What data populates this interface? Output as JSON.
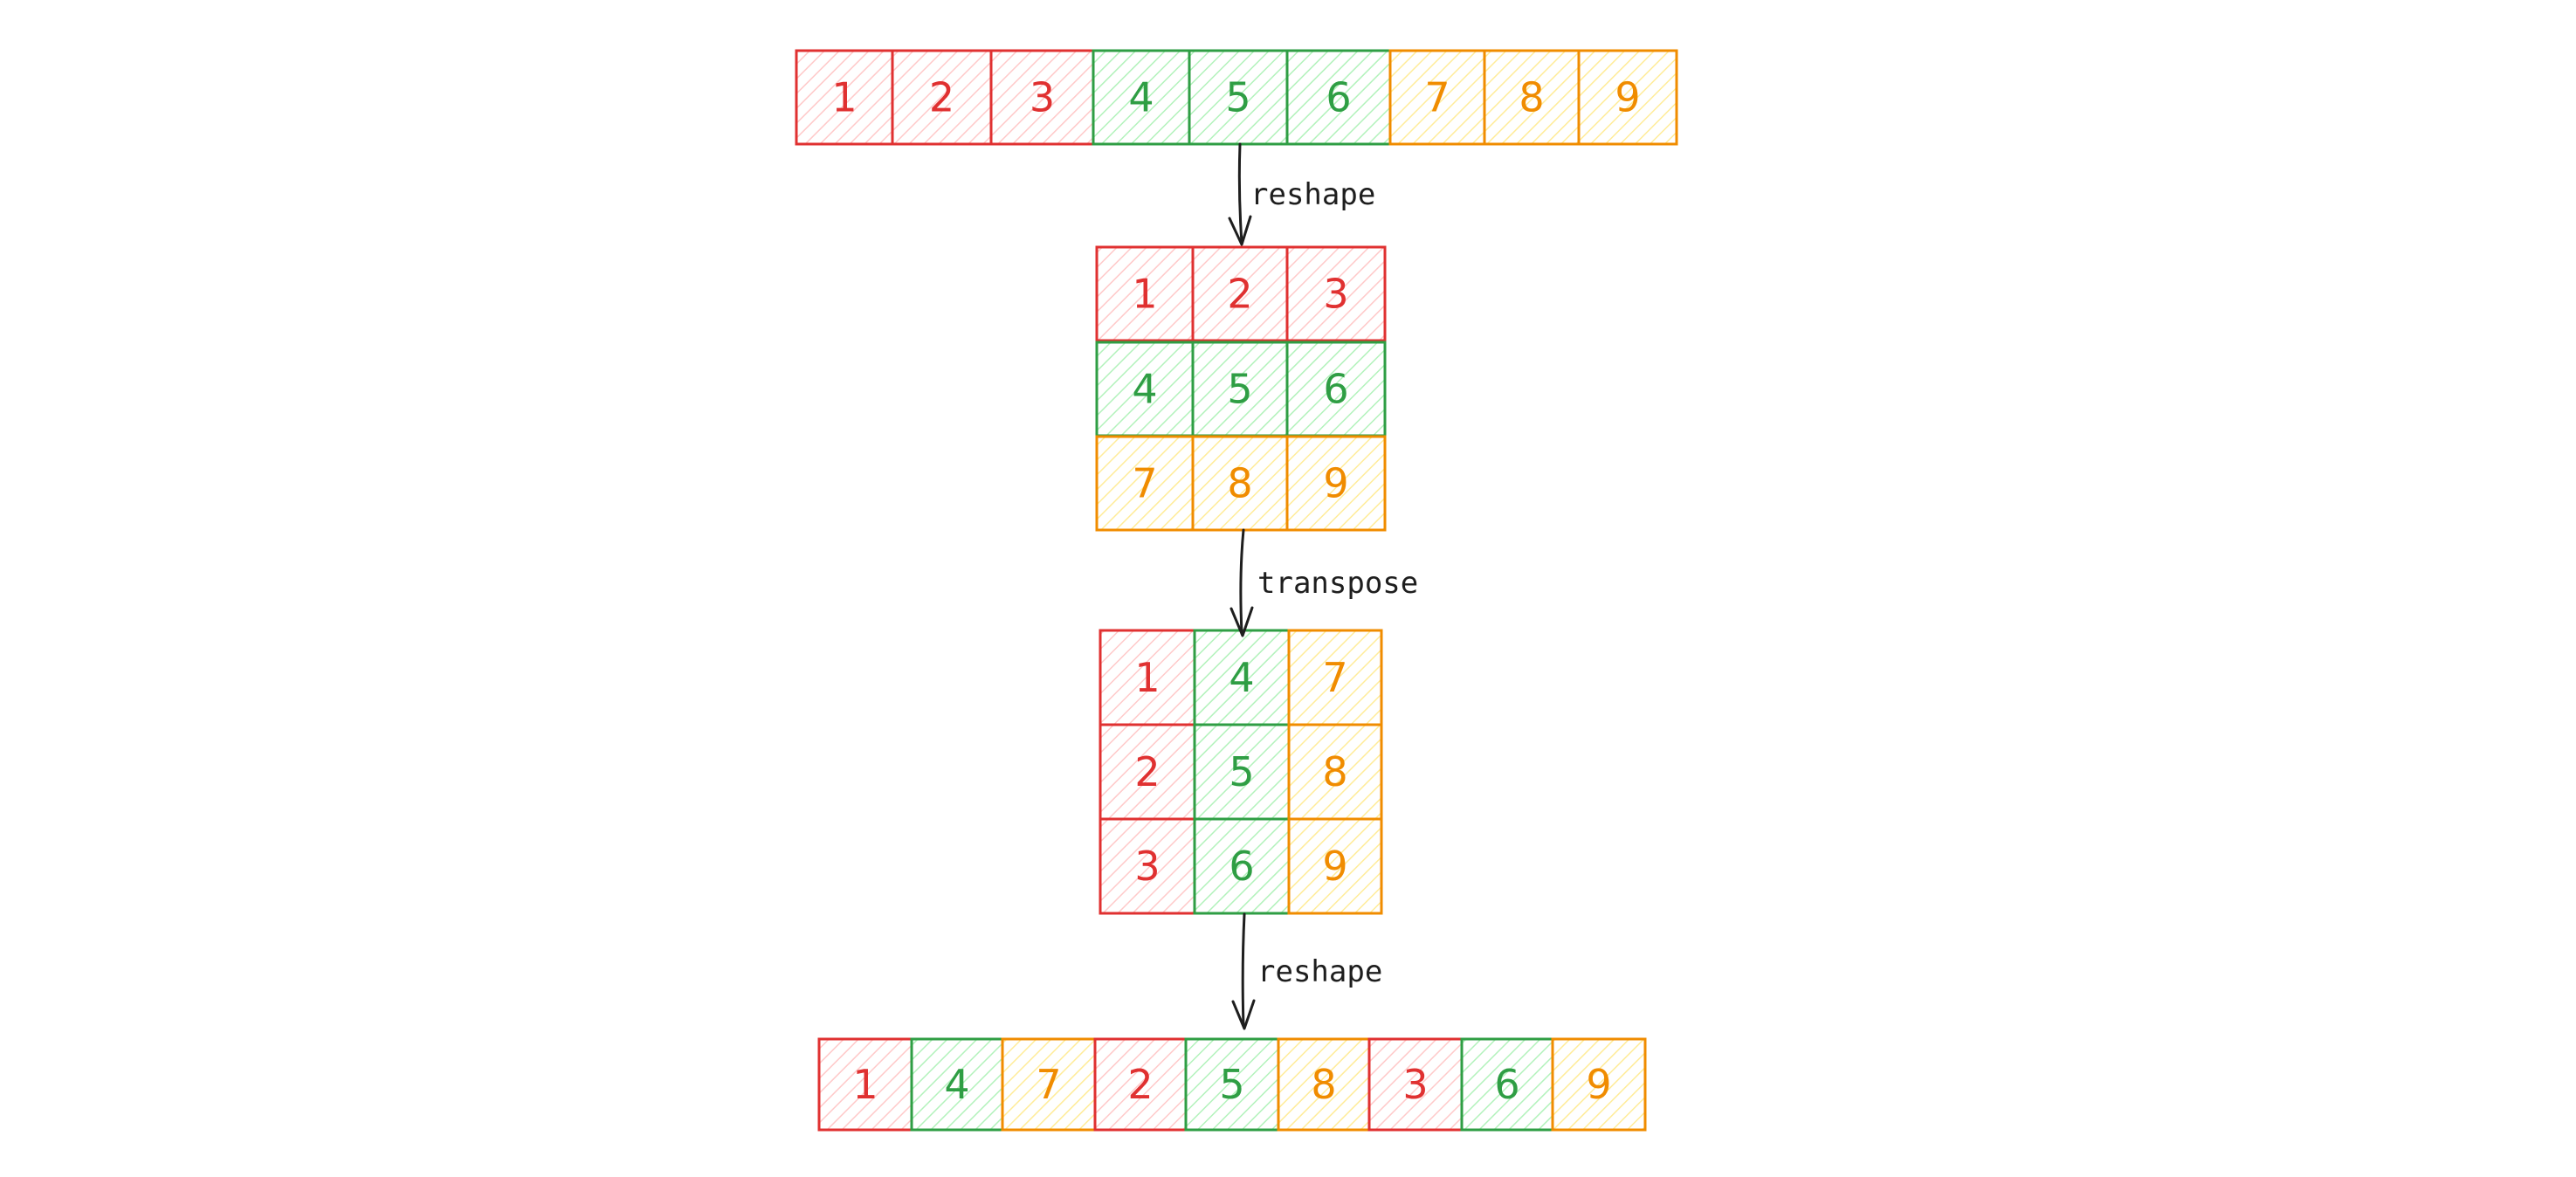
{
  "colors": {
    "red": {
      "stroke": "#e03131",
      "fill": "#ffc9c9",
      "text": "#e03131"
    },
    "green": {
      "stroke": "#2f9e44",
      "fill": "#b2f2bb",
      "text": "#2f9e44"
    },
    "orange": {
      "stroke": "#f08c00",
      "fill": "#ffec99",
      "text": "#f08c00"
    },
    "arrow": "#1e1e1e"
  },
  "arrays": {
    "input_flat": [
      {
        "value": "1",
        "color": "red"
      },
      {
        "value": "2",
        "color": "red"
      },
      {
        "value": "3",
        "color": "red"
      },
      {
        "value": "4",
        "color": "green"
      },
      {
        "value": "5",
        "color": "green"
      },
      {
        "value": "6",
        "color": "green"
      },
      {
        "value": "7",
        "color": "orange"
      },
      {
        "value": "8",
        "color": "orange"
      },
      {
        "value": "9",
        "color": "orange"
      }
    ],
    "reshaped_matrix": [
      [
        {
          "value": "1",
          "color": "red"
        },
        {
          "value": "2",
          "color": "red"
        },
        {
          "value": "3",
          "color": "red"
        }
      ],
      [
        {
          "value": "4",
          "color": "green"
        },
        {
          "value": "5",
          "color": "green"
        },
        {
          "value": "6",
          "color": "green"
        }
      ],
      [
        {
          "value": "7",
          "color": "orange"
        },
        {
          "value": "8",
          "color": "orange"
        },
        {
          "value": "9",
          "color": "orange"
        }
      ]
    ],
    "transposed_matrix": [
      [
        {
          "value": "1",
          "color": "red"
        },
        {
          "value": "4",
          "color": "green"
        },
        {
          "value": "7",
          "color": "orange"
        }
      ],
      [
        {
          "value": "2",
          "color": "red"
        },
        {
          "value": "5",
          "color": "green"
        },
        {
          "value": "8",
          "color": "orange"
        }
      ],
      [
        {
          "value": "3",
          "color": "red"
        },
        {
          "value": "6",
          "color": "green"
        },
        {
          "value": "9",
          "color": "orange"
        }
      ]
    ],
    "output_flat": [
      {
        "value": "1",
        "color": "red"
      },
      {
        "value": "4",
        "color": "green"
      },
      {
        "value": "7",
        "color": "orange"
      },
      {
        "value": "2",
        "color": "red"
      },
      {
        "value": "5",
        "color": "green"
      },
      {
        "value": "8",
        "color": "orange"
      },
      {
        "value": "3",
        "color": "red"
      },
      {
        "value": "6",
        "color": "green"
      },
      {
        "value": "9",
        "color": "orange"
      }
    ]
  },
  "labels": {
    "step1": "reshape",
    "step2": "transpose",
    "step3": "reshape"
  }
}
